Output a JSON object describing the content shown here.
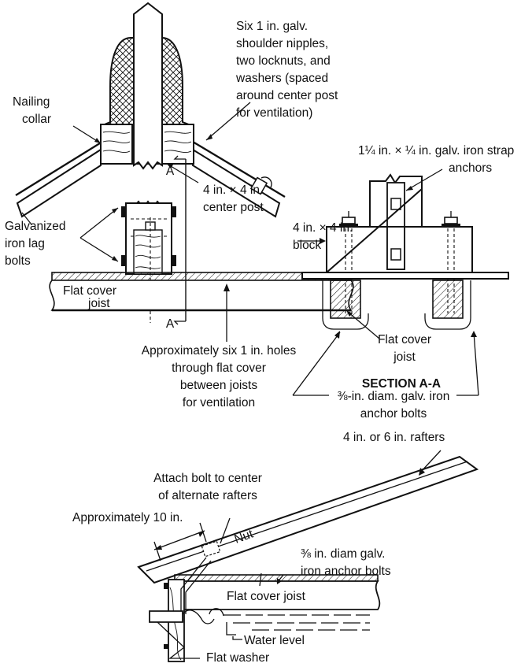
{
  "diagram": {
    "top_view": {
      "vent_nipples": [
        "Six 1 in. galv.",
        "shoulder nipples,",
        "two locknuts, and",
        "washers (spaced",
        "around center post",
        "for ventilation)"
      ],
      "nailing_collar": [
        "Nailing",
        "collar"
      ],
      "section_mark_top": "A",
      "section_mark_bottom": "A",
      "center_post": [
        "4 in. × 4 in.",
        "center post"
      ],
      "lag_bolts": [
        "Galvanized",
        "iron lag",
        "bolts"
      ],
      "flat_cover_joist": [
        "Flat cover",
        "joist"
      ],
      "holes": [
        "Approximately six 1 in. holes",
        "through flat cover",
        "between joists",
        "for ventilation"
      ]
    },
    "section_view": {
      "strap_anchors": [
        "1¼ in. × ¼ in. galv. iron strap",
        "anchors"
      ],
      "block": [
        "4 in. × 4 in.",
        "block"
      ],
      "flat_cover_joist": [
        "Flat cover",
        "joist"
      ],
      "title": "SECTION A-A",
      "anchor_bolts": [
        "⅜-in. diam. galv. iron",
        "anchor bolts"
      ]
    },
    "rafter_view": {
      "rafters": "4 in. or 6 in. rafters",
      "attach_bolt": [
        "Attach bolt to center",
        "of alternate rafters"
      ],
      "spacing": "Approximately 10 in.",
      "nut": "Nut",
      "anchor_bolts": [
        "⅜ in. diam galv.",
        "iron anchor bolts"
      ],
      "flat_cover_joist": "Flat cover joist",
      "water_level": "Water level",
      "flat_washer": "Flat washer"
    }
  }
}
